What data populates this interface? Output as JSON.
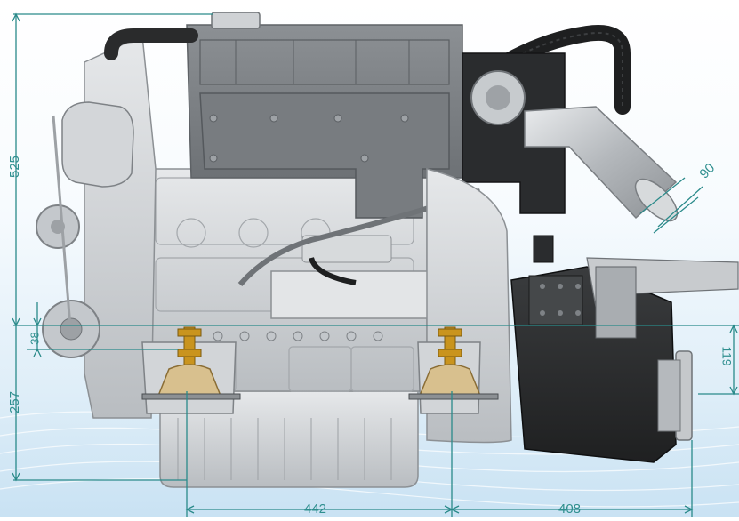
{
  "drawing": {
    "colors": {
      "dimension_line": "#2a8a8a",
      "engine_light": "#d4d7da",
      "engine_mid": "#a9adb1",
      "engine_dark": "#6a6e72",
      "manifold": "#7d8185",
      "gearbox": "#2f3133",
      "mount_rubber": "#d8c08e",
      "mount_spring": "#c9941e",
      "hose": "#1e1f20"
    },
    "dimensions": {
      "overall_height": "525",
      "lower_height": "257",
      "mount_offset": "38",
      "shaft_offset": "119",
      "exhaust_diameter": "90",
      "mount_spacing": "442",
      "gearbox_length": "408"
    }
  }
}
